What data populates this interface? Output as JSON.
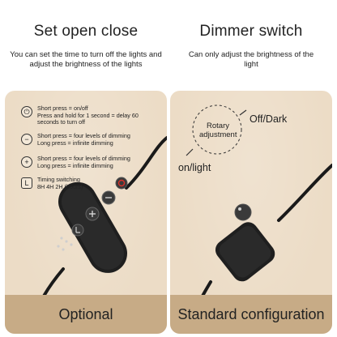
{
  "left": {
    "title": "Set open close",
    "description": "You can set the time to turn off the lights and adjust the brightness of the lights",
    "legend": [
      {
        "icon": "power-icon",
        "glyph": "⏻",
        "lines": [
          "Short press = on/off",
          "Press and hold for 1 second = delay 60",
          "seconds to turn off"
        ]
      },
      {
        "icon": "minus-icon",
        "glyph": "−",
        "lines": [
          "Short press = four levels of dimming",
          "Long press = infinite dimming"
        ]
      },
      {
        "icon": "plus-icon",
        "glyph": "+",
        "lines": [
          "Short press = four levels of dimming",
          "Long press = infinite dimming"
        ]
      },
      {
        "icon": "timer-icon",
        "glyph": "L",
        "lines": [
          "Timing switching",
          "8H 4H 2H (hours)"
        ]
      }
    ],
    "footer": "Optional"
  },
  "right": {
    "title": "Dimmer switch",
    "description": "Can only adjust the brightness of the light",
    "rotary_label": "Rotary adjustment",
    "off_label": "Off/Dark",
    "on_label": "on/light",
    "footer": "Standard configuration"
  },
  "colors": {
    "panel": "#ecdcc6",
    "footer": "#c7ab86",
    "device": "#1f1f1f",
    "power_button": "#d9322a"
  }
}
